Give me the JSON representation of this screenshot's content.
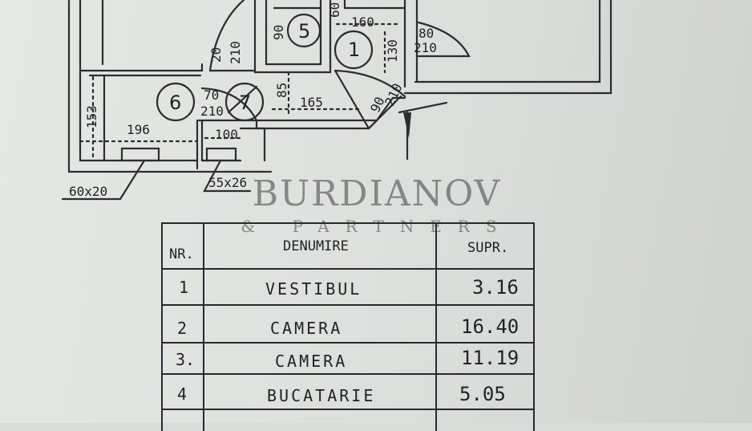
{
  "watermark": {
    "name": "BURDIANOV",
    "sub": "& PARTNERS"
  },
  "plan": {
    "rooms": [
      "1",
      "5",
      "6",
      "7"
    ],
    "dimensions": {
      "d160": "160",
      "d130": "130",
      "d80": "80",
      "d210_door1": "210",
      "d20": "20",
      "d210_door2": "210",
      "d90": "90",
      "d60_top": "60",
      "d70": "70",
      "d210_door6": "210",
      "d85": "85",
      "d165": "165",
      "d90_door": "90",
      "d210_door3": "210",
      "d153": "153",
      "d196": "196",
      "d100": "100",
      "d60x20": "60x20",
      "d55x26": "55x26"
    }
  },
  "table": {
    "headers": {
      "nr": "NR.",
      "name": "DENUMIRE",
      "area": "SUPR."
    },
    "rows": [
      {
        "nr": "1",
        "name": "VESTIBUL",
        "area": "3.16"
      },
      {
        "nr": "2",
        "name": "CAMERA",
        "area": "16.40"
      },
      {
        "nr": "3.",
        "name": "CAMERA",
        "area": "11.19"
      },
      {
        "nr": "4",
        "name": "BUCATARIE",
        "area": "5.05"
      }
    ]
  }
}
